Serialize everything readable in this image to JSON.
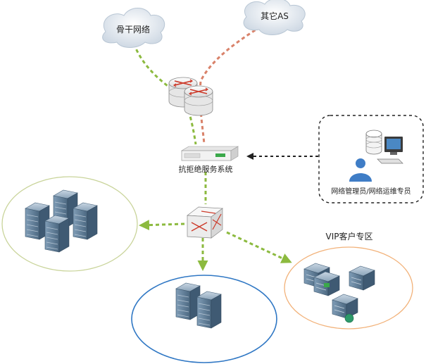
{
  "labels": {
    "backbone": "骨干网络",
    "other_as": "其它AS",
    "anti_ddos": "抗拒绝服务系统",
    "admin": "网络管理员/网络运维专员",
    "vip": "VIP客户专区"
  },
  "colors": {
    "green_link": "#8cba3f",
    "red_link": "#d9826a",
    "mgmt_link": "#222222",
    "left_ellipse": "#c9d49a",
    "bottom_ellipse": "#2f77c4",
    "vip_ellipse": "#f2b27a",
    "cloud_fill": "#e3eaf2",
    "server_blue": "#5b7a95"
  },
  "icons": {
    "backbone": "cloud-icon",
    "other_as": "cloud-icon",
    "router": "router-icon",
    "appliance": "rack-appliance-icon",
    "switch": "switch-icon",
    "admin": "admin-workstation-icon",
    "server": "server-rack-icon"
  }
}
